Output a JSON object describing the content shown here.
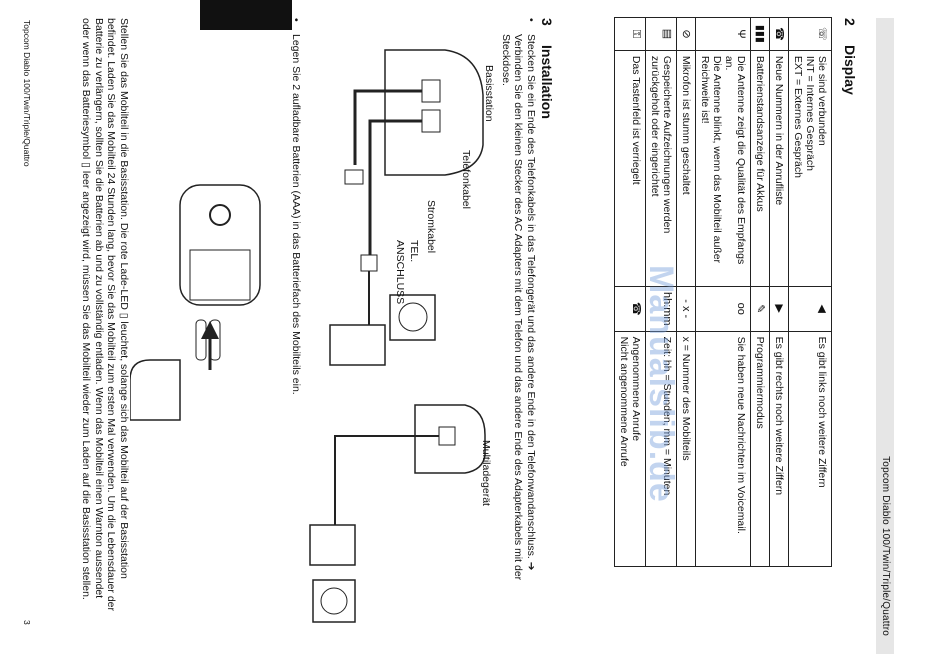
{
  "header": {
    "product_title": "Topcom Diablo 100/Twin/Triple/Quattro"
  },
  "display_section": {
    "number": "2",
    "title": "Display",
    "rows": [
      {
        "left_icon": "phone-icon",
        "left_icon_glyph": "☏",
        "left_text": "Sie sind verbunden\nINT = Internes Gespräch\nEXT = Externes Gespräch",
        "right_icon": "triangle-left-icon",
        "right_icon_glyph": "◀",
        "right_text": "Es gibt links noch weitere Ziffern"
      },
      {
        "left_icon": "missed-call-icon",
        "left_icon_glyph": "☎",
        "left_text": "Neue Nummern in der Anrufliste",
        "right_icon": "triangle-right-icon",
        "right_icon_glyph": "▶",
        "right_text": "Es gibt rechts noch weitere Ziffern"
      },
      {
        "left_icon": "battery-icon",
        "left_icon_glyph": "▮▮▮",
        "left_text": "Batterienstandsanzeige für Akkus",
        "right_icon": "programming-icon",
        "right_icon_glyph": "✎",
        "right_text": "Programmiermodus"
      },
      {
        "left_icon": "antenna-icon",
        "left_icon_glyph": "Ψ",
        "left_text": "Die Antenne zeigt die Qualität des Empfangs an.\nDie Antenne blinkt, wenn das Mobilteil außer Reichweite ist!",
        "right_icon": "voicemail-icon",
        "right_icon_glyph": "oo",
        "right_text": "Sie haben neue Nachrichten im Voicemail."
      },
      {
        "left_icon": "mute-icon",
        "left_icon_glyph": "⊘",
        "left_text": "Mikrofon ist stumm geschaltet",
        "right_icon": "handset-number-icon",
        "right_icon_glyph": "- x -",
        "right_text": "x = Nummer des Mobilteils"
      },
      {
        "left_icon": "memo-icon",
        "left_icon_glyph": "▤",
        "left_text": "Gespeicherte Aufzeichnungen werden zurückgeholt oder eingerichtet",
        "right_icon": "clock-icon",
        "right_icon_glyph": "hh:mm",
        "right_text": "Zeit: hh = Stunden, mm = Minuten"
      },
      {
        "left_icon": "key-lock-icon",
        "left_icon_glyph": "⚿",
        "left_text": "Das Tastenfeld ist verriegelt",
        "right_icon": "received-calls-icon",
        "right_icon_glyph": "☎",
        "right_text": "Angenommene Anrufe\nNicht angenommene Anrufe"
      }
    ]
  },
  "installation_section": {
    "number": "3",
    "title": "Installation",
    "bullet1": "Stecken Sie ein Ende des Telefonkabels in das Telefongerät und das andere Ende in den Telefonwandanschluss. ➔ Verbinden Sie den kleinen Stecker des AC Adapters mit dem Telefon und das andere Ende des Adapterkabels mit der Steckdose.",
    "figure_labels": {
      "base": "Basisstation",
      "multi": "Multiladegerät",
      "phone_cable": "Telefonkabel",
      "power_cable": "Stromkabel",
      "tel": "TEL.",
      "anschluss": "ANSCHLUSS"
    },
    "bullet2": "Legen Sie 2 aufladbare Batterien (AAA) in das Batteriefach des Mobilteils ein.",
    "paragraph": "Stellen Sie das Mobilteil in die Basisstation. Die rote Lade-LED ▯ leuchtet, solange sich das Mobilteil auf der Basisstation befindet. Laden Sie das Mobilteil 24 Stunden lang, bevor Sie das Mobilteil zum ersten Mal verwenden. Um die Lebensdauer der Batterie zu verlängern, sollten Sie die Batterien ab und zu vollständig entladen. Wenn das Mobilteil einen Warnton aussendet oder wenn das Batteriesymbol ▯ leer angezeigt wird, müssen Sie das Mobilteil wieder zum Laden auf die Basisstation stellen."
  },
  "footer": {
    "left": "Topcom Diablo 100/Twin/Triple/Quattro",
    "page": "3"
  },
  "watermark": "Manualslib.de"
}
